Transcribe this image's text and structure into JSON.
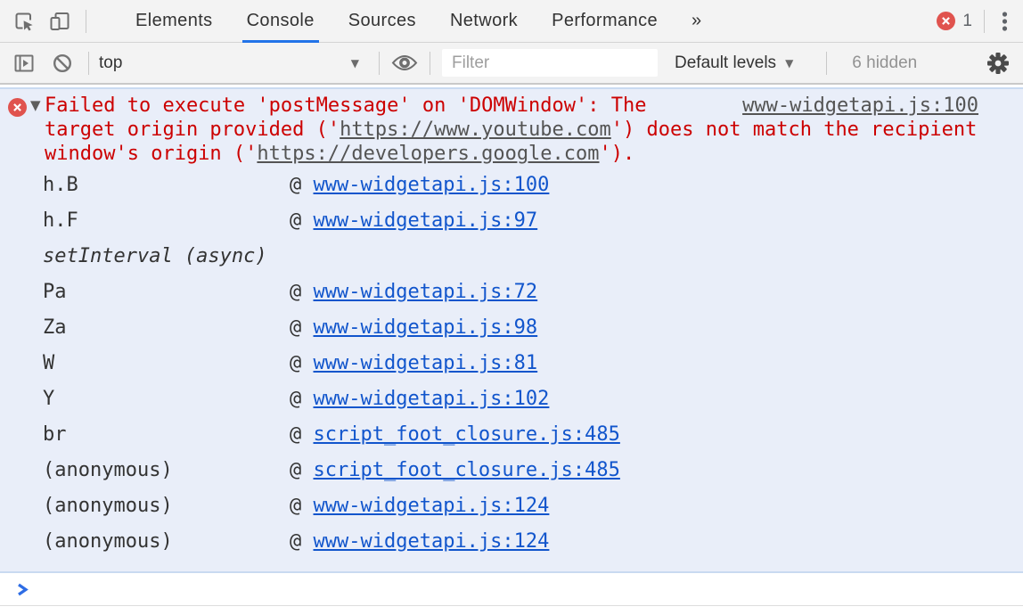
{
  "panel_tabs": {
    "items": [
      {
        "label": "Elements",
        "active": false
      },
      {
        "label": "Console",
        "active": true
      },
      {
        "label": "Sources",
        "active": false
      },
      {
        "label": "Network",
        "active": false
      },
      {
        "label": "Performance",
        "active": false
      },
      {
        "label": "»",
        "active": false
      }
    ],
    "error_count": "1"
  },
  "toolbar": {
    "context_selector": {
      "value": "top"
    },
    "filter": {
      "placeholder": "Filter",
      "value": ""
    },
    "levels_selector": {
      "value": "Default levels"
    },
    "hidden_count": "6 hidden"
  },
  "console": {
    "error": {
      "segments": [
        {
          "type": "error",
          "text": "Failed to execute 'postMessage' on 'DOMWindow': The target origin provided ('"
        },
        {
          "type": "url",
          "text": "https://www.youtube.com"
        },
        {
          "type": "error",
          "text": "') does not match the recipient window's origin ('"
        },
        {
          "type": "url",
          "text": "https://developers.google.com"
        },
        {
          "type": "error",
          "text": "')."
        }
      ],
      "source_link": "www-widgetapi.js:100",
      "stack": [
        {
          "fn": "h.B",
          "at": "www-widgetapi.js:100"
        },
        {
          "fn": "h.F",
          "at": "www-widgetapi.js:97"
        },
        {
          "fn": "setInterval (async)"
        },
        {
          "fn": "Pa",
          "at": "www-widgetapi.js:72"
        },
        {
          "fn": "Za",
          "at": "www-widgetapi.js:98"
        },
        {
          "fn": "W",
          "at": "www-widgetapi.js:81"
        },
        {
          "fn": "Y",
          "at": "www-widgetapi.js:102"
        },
        {
          "fn": "br",
          "at": "script_foot_closure.js:485"
        },
        {
          "fn": "(anonymous)",
          "at": "script_foot_closure.js:485"
        },
        {
          "fn": "(anonymous)",
          "at": "www-widgetapi.js:124"
        },
        {
          "fn": "(anonymous)",
          "at": "www-widgetapi.js:124"
        }
      ]
    }
  },
  "colors": {
    "toolbar_bg": "#f3f3f3",
    "active_tab_underline": "#2273e8",
    "error_badge_red": "#e0534e",
    "error_text_red": "#cc0000",
    "selected_row_bg": "#e9eef9",
    "selected_row_border": "#c9daf1",
    "stack_link_blue": "#1155cc",
    "prompt_chevron_blue": "#2e6de5"
  }
}
